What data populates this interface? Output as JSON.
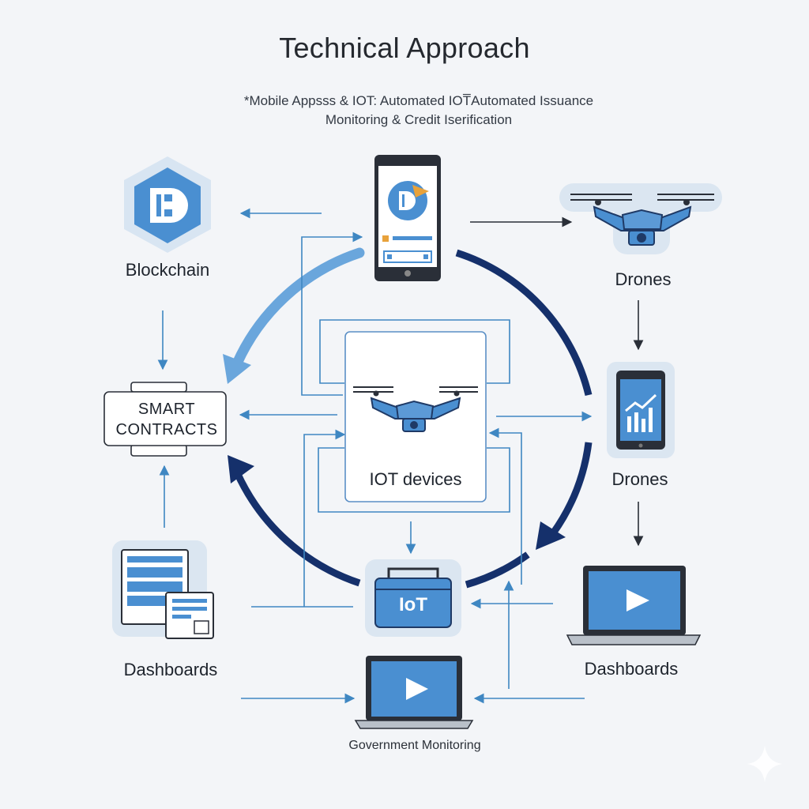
{
  "title": "Technical Approach",
  "subtitle_line1": "*Mobile Appsss & IOT: Automated IOT̅Automated Issuance",
  "subtitle_line2": "Monitoring & Credit Iserification",
  "nodes": {
    "blockchain": "Blockchain",
    "drones_top": "Drones",
    "drones_mid": "Drones",
    "smart_contracts_line1": "SMART",
    "smart_contracts_line2": "CONTRACTS",
    "iot_devices": "IOT devices",
    "iot_badge": "IoT",
    "dashboards_left": "Dashboards",
    "dashboards_right": "Dashboards",
    "government_monitoring": "Government Monitoring"
  },
  "icons": {
    "blockchain": "blockchain-hexagon-icon",
    "phone": "mobile-app-icon",
    "drone": "drone-icon",
    "tablet_chart": "tablet-chart-icon",
    "dashboards": "dashboard-windows-icon",
    "laptop": "laptop-play-icon",
    "iot_toolbox": "iot-toolbox-icon",
    "sparkle": "sparkle-icon"
  },
  "colors": {
    "navy": "#15306b",
    "light_blue": "#5f9fd8",
    "icon_blue": "#4a8fd1",
    "halo": "#d9e6f3",
    "line": "#3f87c2",
    "dark": "#2a2f38"
  }
}
